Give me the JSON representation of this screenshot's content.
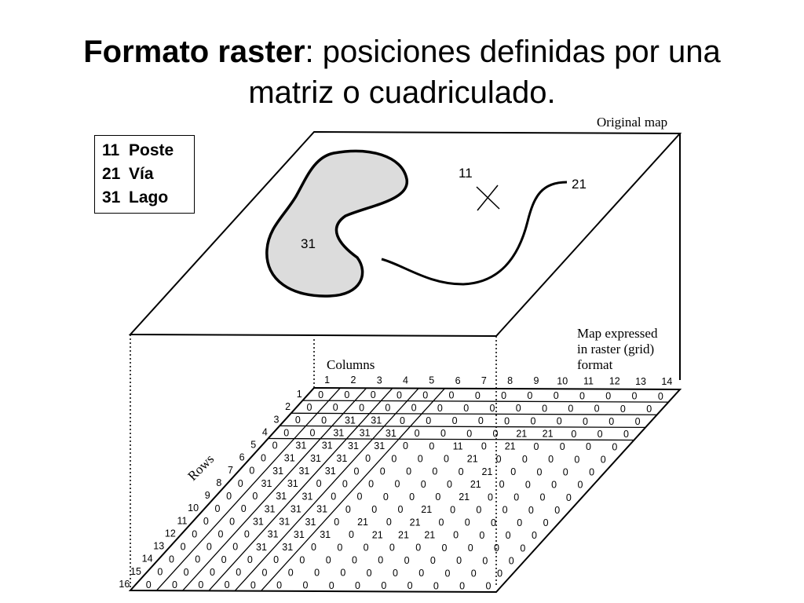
{
  "title": {
    "bold": "Formato raster",
    "rest": ": posiciones definidas por una",
    "line2": "matriz o cuadriculado."
  },
  "legend": [
    {
      "code": "11",
      "label": "Poste"
    },
    {
      "code": "21",
      "label": "Vía"
    },
    {
      "code": "31",
      "label": "Lago"
    }
  ],
  "diagram": {
    "original_map_label": "Original map",
    "raster_label": [
      "Map expressed",
      "in raster (grid)",
      "format"
    ],
    "columns_label": "Columns",
    "rows_label": "Rows",
    "map_labels": {
      "pole": "11",
      "road": "21",
      "lake": "31"
    },
    "column_numbers": [
      "1",
      "2",
      "3",
      "4",
      "5",
      "6",
      "7",
      "8",
      "9",
      "10",
      "11",
      "12",
      "13",
      "14"
    ],
    "row_numbers": [
      "1",
      "2",
      "3",
      "4",
      "5",
      "6",
      "7",
      "8",
      "9",
      "10",
      "11",
      "12",
      "13",
      "14",
      "15",
      "16"
    ],
    "grid": [
      [
        "0",
        "0",
        "0",
        "0",
        "0",
        "0",
        "0",
        "0",
        "0",
        "0",
        "0",
        "0",
        "0",
        "0"
      ],
      [
        "0",
        "0",
        "0",
        "0",
        "0",
        "0",
        "0",
        "0",
        "0",
        "0",
        "0",
        "0",
        "0",
        "0"
      ],
      [
        "0",
        "0",
        "31",
        "31",
        "0",
        "0",
        "0",
        "0",
        "0",
        "0",
        "0",
        "0",
        "0",
        "0"
      ],
      [
        "0",
        "0",
        "31",
        "31",
        "31",
        "0",
        "0",
        "0",
        "0",
        "21",
        "21",
        "0",
        "0",
        "0"
      ],
      [
        "0",
        "31",
        "31",
        "31",
        "31",
        "0",
        "0",
        "11",
        "0",
        "21",
        "0",
        "0",
        "0",
        "0"
      ],
      [
        "0",
        "31",
        "31",
        "31",
        "0",
        "0",
        "0",
        "0",
        "21",
        "0",
        "0",
        "0",
        "0",
        "0"
      ],
      [
        "0",
        "31",
        "31",
        "31",
        "0",
        "0",
        "0",
        "0",
        "0",
        "21",
        "0",
        "0",
        "0",
        "0"
      ],
      [
        "0",
        "31",
        "31",
        "0",
        "0",
        "0",
        "0",
        "0",
        "0",
        "21",
        "0",
        "0",
        "0",
        "0"
      ],
      [
        "0",
        "0",
        "31",
        "31",
        "0",
        "0",
        "0",
        "0",
        "0",
        "21",
        "0",
        "0",
        "0",
        "0"
      ],
      [
        "0",
        "0",
        "31",
        "31",
        "31",
        "0",
        "0",
        "0",
        "21",
        "0",
        "0",
        "0",
        "0",
        "0"
      ],
      [
        "0",
        "0",
        "31",
        "31",
        "31",
        "0",
        "21",
        "0",
        "21",
        "0",
        "0",
        "0",
        "0",
        "0"
      ],
      [
        "0",
        "0",
        "0",
        "31",
        "31",
        "31",
        "0",
        "21",
        "21",
        "21",
        "0",
        "0",
        "0",
        "0"
      ],
      [
        "0",
        "0",
        "0",
        "31",
        "31",
        "0",
        "0",
        "0",
        "0",
        "0",
        "0",
        "0",
        "0",
        "0"
      ],
      [
        "0",
        "0",
        "0",
        "0",
        "0",
        "0",
        "0",
        "0",
        "0",
        "0",
        "0",
        "0",
        "0",
        "0"
      ],
      [
        "0",
        "0",
        "0",
        "0",
        "0",
        "0",
        "0",
        "0",
        "0",
        "0",
        "0",
        "0",
        "0",
        "0"
      ],
      [
        "0",
        "0",
        "0",
        "0",
        "0",
        "0",
        "0",
        "0",
        "0",
        "0",
        "0",
        "0",
        "0",
        "0"
      ]
    ]
  }
}
